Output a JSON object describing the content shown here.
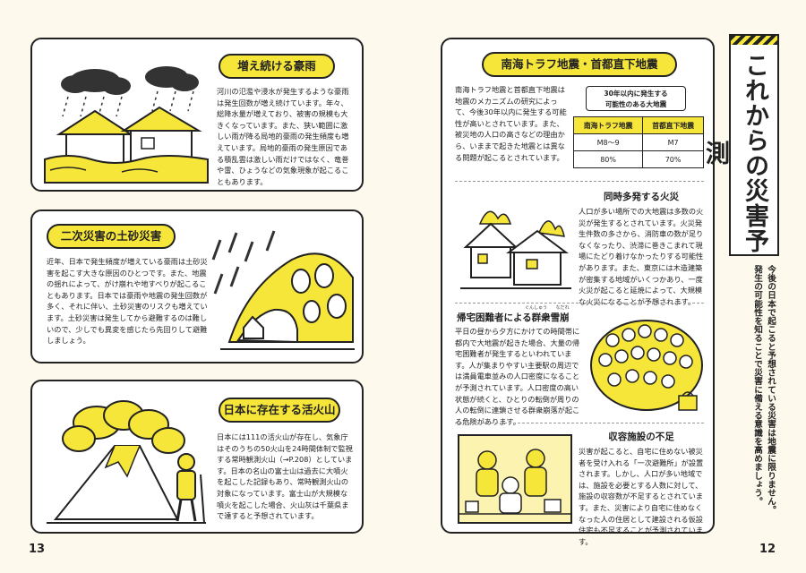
{
  "left_page": {
    "page_number": "13",
    "sections": [
      {
        "title": "増え続ける豪雨",
        "text": "河川の氾濫や浸水が発生するような豪雨は発生回数が増え続けています。年々、総降水量が増えており、被害の規模も大きくなっています。また、狭い範囲に激しい雨が降る局地的豪雨の発生頻度も増えています。局地的豪雨の発生原因である積乱雲は激しい雨だけではなく、竜巻や雷、ひょうなどの気象現象が起こることもあります。"
      },
      {
        "title": "二次災害の土砂災害",
        "text": "近年、日本で発生頻度が増えている豪雨は土砂災害を起こす大きな原因のひとつです。また、地震の揺れによって、がけ崩れや地すべりが起こることもあります。日本では豪雨や地震の発生回数が多く、それに伴い、土砂災害のリスクも増えています。土砂災害は発生してから避難するのは難しいので、少しでも異変を感じたら先回りして避難しましょう。"
      },
      {
        "title": "日本に存在する活火山",
        "text": "日本には111の活火山が存在し、気象庁はそのうちの50火山を24時間体制で監視する常時観測火山（→P.208）としています。日本の名山の富士山は過去に大噴火を起こした記録もあり、常時観測火山の対象になっています。富士山が大規模な噴火を起こした場合、火山灰は千葉県まで達すると予想されています。"
      }
    ]
  },
  "right_page": {
    "page_number": "12",
    "vertical_title": "これからの災害予測",
    "vertical_subtitle_1": "今後の日本で起こると予想されている災害は地震に限りません。",
    "vertical_subtitle_2": "発生の可能性を知ることで災害に備える意識を高めましょう。",
    "main_section": {
      "title": "南海トラフ地震・首都直下地震",
      "text": "南海トラフ地震と首都直下地震は地震のメカニズムの研究によって、今後30年以内に発生する可能性が高いとされています。また、被災地の人口の高さなどの理由から、いままで起きた地震とは異なる問題が起こるとされています。",
      "table_caption_1": "30年以内に発生する",
      "table_caption_2": "可能性のある大地震",
      "table_headers": [
        "南海トラフ地震",
        "首都直下地震"
      ],
      "table_rows": [
        [
          "M8～9",
          "M7"
        ],
        [
          "80%",
          "70%"
        ]
      ]
    },
    "subsections": [
      {
        "title": "同時多発する火災",
        "text": "人口が多い場所での大地震は多数の火災が発生するとされています。火災発生件数の多さから、消防車の数が足りなくなったり、渋滞に巻きこまれて現場にたどり着けなかったりする可能性があります。また、東京には木造建築が密集する地域がいくつかあり、一度火災が起こると延焼によって、大規模な火災になることが予想されます。"
      },
      {
        "title": "帰宅困難者による群衆雪崩",
        "ruby_1": "ぐんしゅう",
        "ruby_2": "なだれ",
        "text": "平日の昼から夕方にかけての時間帯に都内で大地震が起きた場合、大量の帰宅困難者が発生するといわれています。人が集まりやすい主要駅の周辺では満員電車並みの人口密度になることが予測されています。人口密度の高い状態が続くと、ひとりの転倒が周りの人の転倒に連鎖させる群衆崩落が起こる危険があります。"
      },
      {
        "title": "収容施設の不足",
        "text": "災害が起こると、自宅に住めない被災者を受け入れる「一次避難所」が設置されます。しかし、人口が多い地域では、施設を必要とする人数に対して、施設の収容数が不足するとされています。また、災害により自宅に住めなくなった人の住居として建設される仮設住宅も不足することが予測されています。"
      }
    ]
  },
  "colors": {
    "accent": "#f6e63a",
    "ink": "#222222",
    "paper": "#fdf9ec"
  }
}
